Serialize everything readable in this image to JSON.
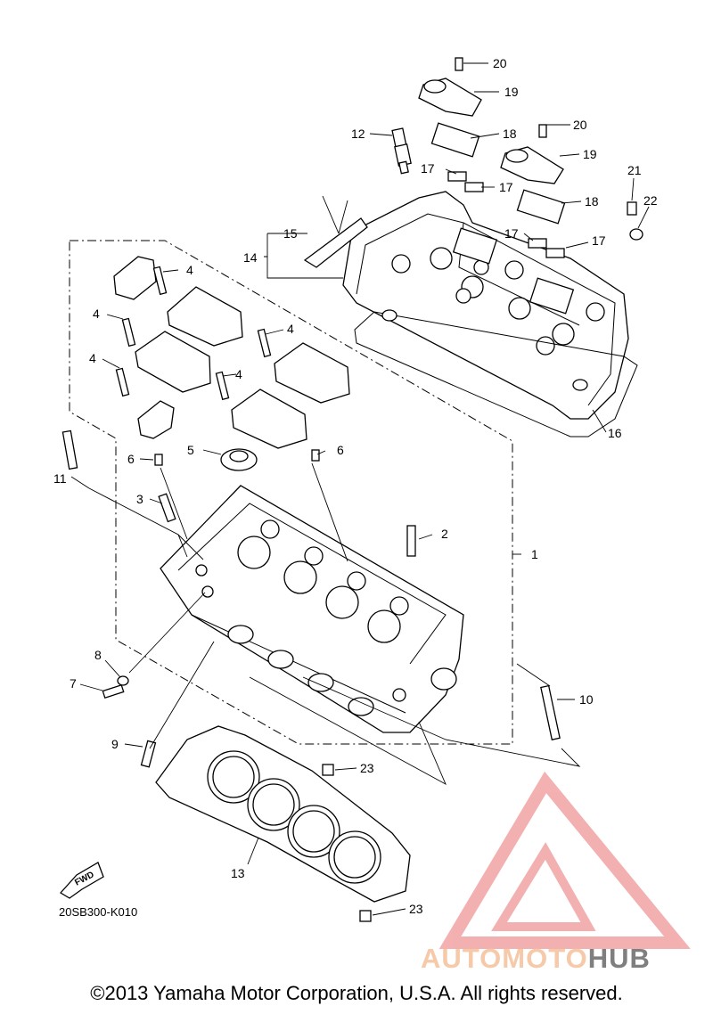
{
  "diagram": {
    "callouts": [
      {
        "id": "c1",
        "label": "1"
      },
      {
        "id": "c2",
        "label": "2"
      },
      {
        "id": "c3",
        "label": "3"
      },
      {
        "id": "c4a",
        "label": "4"
      },
      {
        "id": "c4b",
        "label": "4"
      },
      {
        "id": "c4c",
        "label": "4"
      },
      {
        "id": "c4d",
        "label": "4"
      },
      {
        "id": "c4e",
        "label": "4"
      },
      {
        "id": "c5",
        "label": "5"
      },
      {
        "id": "c6a",
        "label": "6"
      },
      {
        "id": "c6b",
        "label": "6"
      },
      {
        "id": "c7",
        "label": "7"
      },
      {
        "id": "c8",
        "label": "8"
      },
      {
        "id": "c9",
        "label": "9"
      },
      {
        "id": "c10",
        "label": "10"
      },
      {
        "id": "c11",
        "label": "11"
      },
      {
        "id": "c12",
        "label": "12"
      },
      {
        "id": "c13",
        "label": "13"
      },
      {
        "id": "c14",
        "label": "14"
      },
      {
        "id": "c15",
        "label": "15"
      },
      {
        "id": "c16",
        "label": "16"
      },
      {
        "id": "c17a",
        "label": "17"
      },
      {
        "id": "c17b",
        "label": "17"
      },
      {
        "id": "c17c",
        "label": "17"
      },
      {
        "id": "c17d",
        "label": "17"
      },
      {
        "id": "c18a",
        "label": "18"
      },
      {
        "id": "c18b",
        "label": "18"
      },
      {
        "id": "c19a",
        "label": "19"
      },
      {
        "id": "c19b",
        "label": "19"
      },
      {
        "id": "c20a",
        "label": "20"
      },
      {
        "id": "c20b",
        "label": "20"
      },
      {
        "id": "c21",
        "label": "21"
      },
      {
        "id": "c22",
        "label": "22"
      },
      {
        "id": "c23a",
        "label": "23"
      },
      {
        "id": "c23b",
        "label": "23"
      }
    ],
    "fwd_label": "FWD",
    "diagram_code": "20SB300-K010"
  },
  "watermark": {
    "part1": "AUTOMOTO",
    "part2": "HUB",
    "color_light": "#f6c9a8",
    "color_dark": "#7f7f7f",
    "logo_color": "#f2a3a3"
  },
  "copyright": "©2013 Yamaha Motor Corporation, U.S.A. All rights reserved."
}
